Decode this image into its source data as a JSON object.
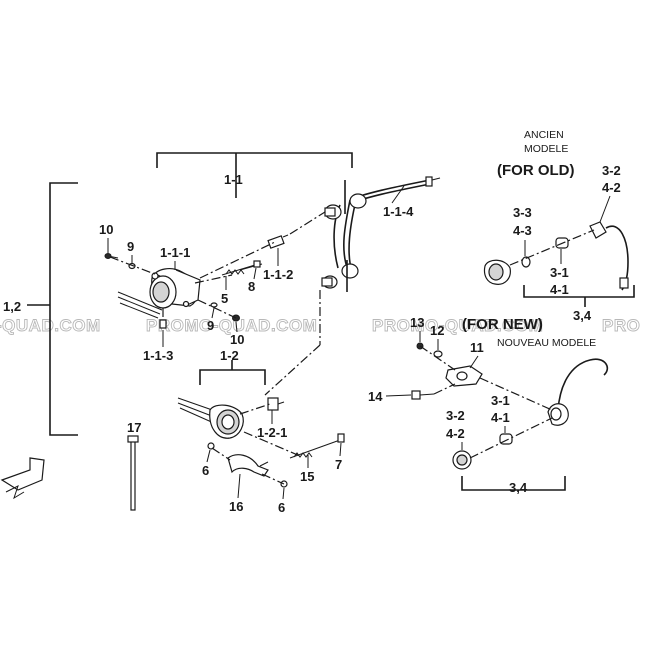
{
  "colors": {
    "ink": "#1a1a1a",
    "watermark": "#b8b8b8",
    "background": "#ffffff"
  },
  "watermark": {
    "segments": [
      "-QUAD.COM",
      "PROMO-QUAD.COM",
      "PROMO-QUAD.COM",
      "PRO"
    ]
  },
  "notes": {
    "old_title_1": "ANCIEN",
    "old_title_2": "MODELE",
    "for_old": "(FOR OLD)",
    "for_new": "(FOR NEW)",
    "new_model": "NOUVEAU MODELE"
  },
  "labels": {
    "l_1_2": "1,2",
    "l_1_1": "1-1",
    "l_1_1_4": "1-1-4",
    "l_10a": "10",
    "l_9a": "9",
    "l_1_1_1": "1-1-1",
    "l_1_1_2": "1-1-2",
    "l_8": "8",
    "l_5": "5",
    "l_9b": "9",
    "l_10b": "10",
    "l_1_1_3": "1-1-3",
    "l_1_2b": "1-2",
    "l_1_2_1": "1-2-1",
    "l_17": "17",
    "l_6a": "6",
    "l_16": "16",
    "l_6b": "6",
    "l_15": "15",
    "l_7": "7",
    "l_3_2a": "3-2",
    "l_4_2a": "4-2",
    "l_3_3": "3-3",
    "l_4_3": "4-3",
    "l_3_1a": "3-1",
    "l_4_1a": "4-1",
    "l_3_4a": "3,4",
    "l_13": "13",
    "l_12": "12",
    "l_11": "11",
    "l_14": "14",
    "l_3_1b": "3-1",
    "l_4_1b": "4-1",
    "l_3_2b": "3-2",
    "l_4_2b": "4-2",
    "l_3_4b": "3,4"
  }
}
